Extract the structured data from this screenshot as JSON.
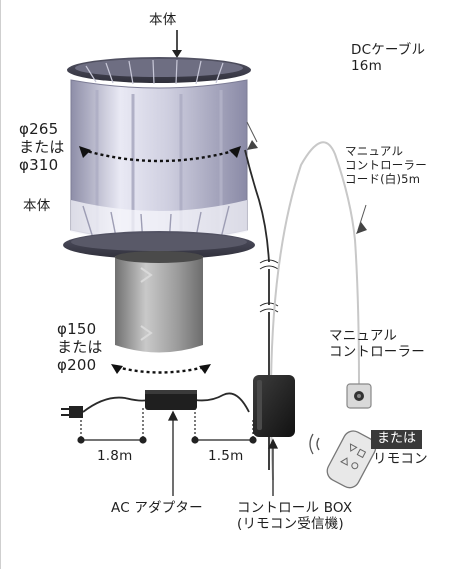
{
  "labels": {
    "body_top": "本体",
    "dc_cable": "DCケーブル\n16m",
    "diameter_main": "φ265\nまたは\nφ310",
    "body_side": "本体",
    "manual_cord": "マニュアル\nコントローラー\nコード(白)5m",
    "diameter_pipe": "φ150\nまたは\nφ200",
    "manual_controller": "マニュアル\nコントローラー",
    "or_badge": "または",
    "remote": "リモコン",
    "dim_1": "1.8m",
    "dim_2": "1.5m",
    "ac_adapter": "AC アダプター",
    "control_box": "コントロール BOX\n(リモコン受信機)"
  },
  "colors": {
    "body_light": "#e4e4f2",
    "body_dark": "#9b9bb8",
    "pipe": "#9a9a9a",
    "box": "#222222",
    "badge": "#3a3a3a"
  }
}
